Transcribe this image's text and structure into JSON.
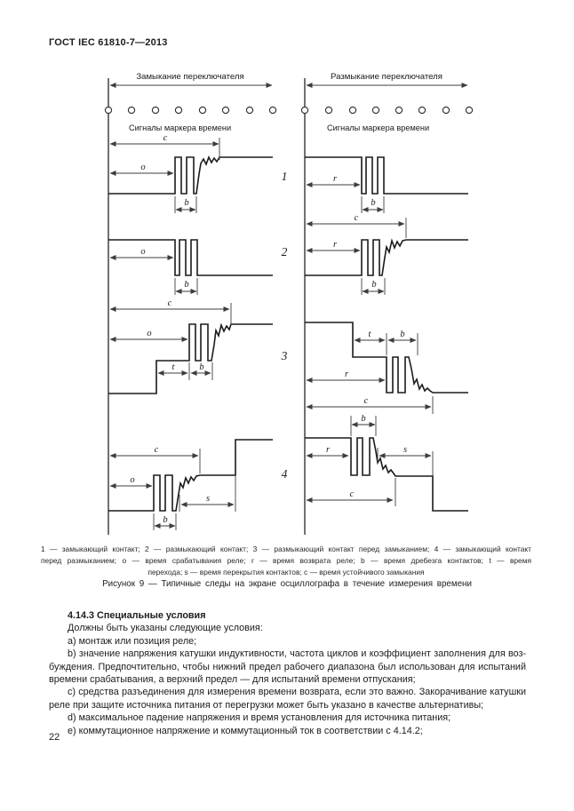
{
  "page": {
    "header_title": "ГОСТ IEC 61810-7—2013",
    "page_number": "22"
  },
  "figure": {
    "left_column_title": "Замыкание переключателя",
    "right_column_title": "Размыкание переключателя",
    "time_marker_label": "Сигналы маркера времени",
    "row_numbers": [
      "1",
      "2",
      "3",
      "4"
    ],
    "symbols": {
      "c": "c",
      "o": "o",
      "b": "b",
      "r": "r",
      "t": "t",
      "s": "s"
    },
    "legend_lines": [
      "1 — замыкающий контакт; 2 — размыкающий контакт; 3 — размыкающий контакт перед замыканием; 4 — замыкающий контакт",
      "перед размыканием; o — время срабатывания реле; r — время возврата реле; b — время дребезга контактов; t — время",
      "перехода; s — время перекрытия контактов; c — время устойчивого замыкания"
    ],
    "caption": "Рисунок 9 — Типичные следы на экране осциллографа в течение измерения времени"
  },
  "body": {
    "lines": [
      {
        "text": "4.14.3 Специальные условия"
      },
      {
        "text": "Должны быть указаны следующие условия:"
      },
      {
        "text": "a) монтаж или позиция реле;"
      },
      {
        "text": "b) значение напряжения катушки индуктивности, частота циклов и коэффициент заполнения для воз-"
      },
      {
        "text": "буждения. Предпочтительно, чтобы нижний предел рабочего диапазона был использован для испытаний"
      },
      {
        "text": "времени срабатывания, а верхний предел — для испытаний времени отпускания;"
      },
      {
        "text": "c) средства разъединения для измерения времени возврата, если это важно. Закорачивание катушки"
      },
      {
        "text": "реле при защите источника питания от перегрузки может быть указано в качестве альтернативы;"
      },
      {
        "text": "d) максимальное падение напряжения и время установления для источника питания;"
      },
      {
        "text": "e) коммутационное напряжение и коммутационный ток в соответствии с 4.14.2;"
      }
    ]
  }
}
